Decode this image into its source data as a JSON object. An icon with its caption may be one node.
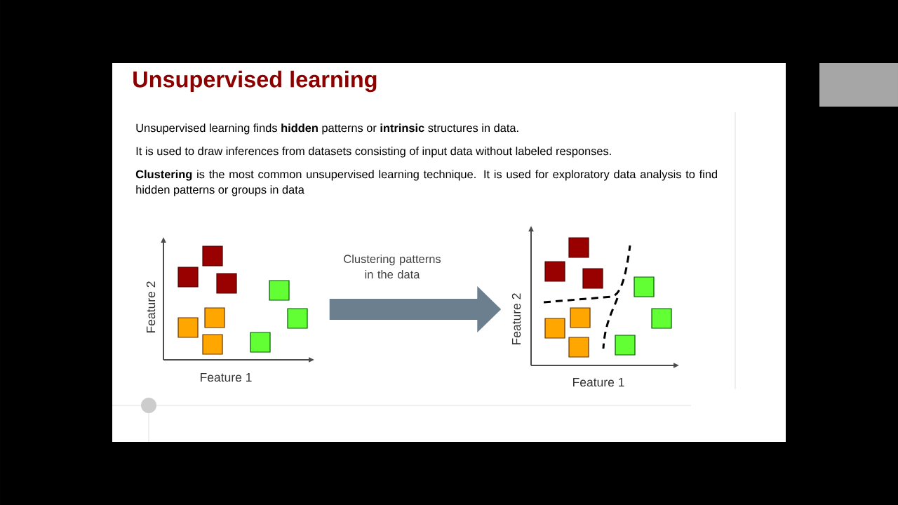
{
  "diagram": {
    "title": "Unsupervised learning",
    "nodes": [
      {
        "text": [],
        "shape": "picture"
      },
      {
        "text": [],
        "shape": "picture"
      }
    ],
    "edges": [
      {
        "from": 0,
        "to": 1,
        "arrow": "to",
        "label": "Clustering patterns in the data"
      }
    ],
    "labels": [
      "Unsupervised learning finds **hidden** patterns or **intrinsic** structures in data.",
      "It is used to draw inferences from datasets consisting of input data without labeled responses.",
      "**Clustering** is the most common unsupervised learning technique. It is used for exploratory data analysis to find hidden patterns or groups in data",
      "Feature 2",
      "Feature 1",
      "Feature 2",
      "Feature 1"
    ]
  }
}
